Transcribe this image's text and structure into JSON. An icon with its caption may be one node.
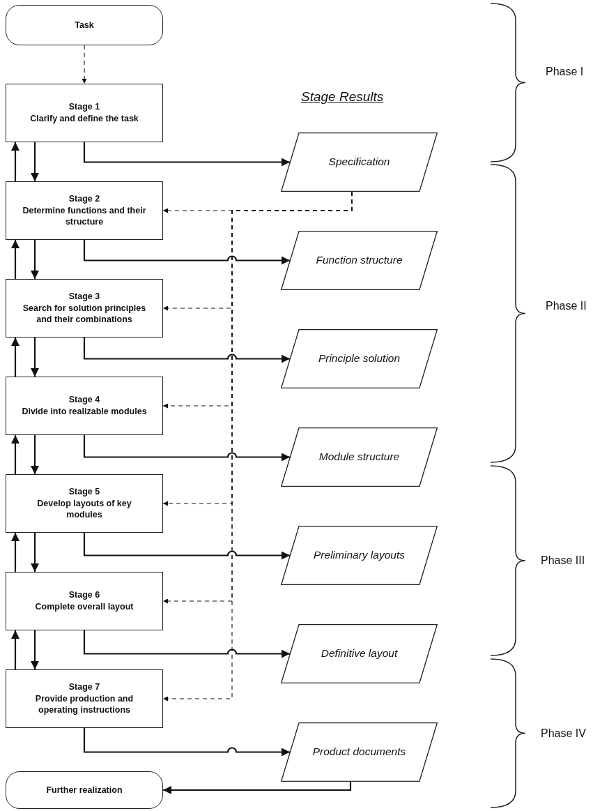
{
  "diagram": {
    "nodes": [
      {
        "text": [
          "Task"
        ]
      },
      {
        "text": [
          "Stage 1",
          "Clarify and define the task"
        ]
      },
      {
        "text": [
          "Stage 2",
          "Determine functions and their structure"
        ]
      },
      {
        "text": [
          "Stage 3",
          "Search for solution principles and their combinations"
        ]
      },
      {
        "text": [
          "Stage 4",
          "Divide into realizable modules"
        ]
      },
      {
        "text": [
          "Stage 5",
          "Develop layouts of key modules"
        ]
      },
      {
        "text": [
          "Stage 6",
          "Complete overall layout"
        ]
      },
      {
        "text": [
          "Stage 7",
          "Provide production and operating instructions"
        ]
      },
      {
        "text": [
          "Specification"
        ]
      },
      {
        "text": [
          "Function structure"
        ]
      },
      {
        "text": [
          "Principle solution"
        ]
      },
      {
        "text": [
          "Module structure"
        ]
      },
      {
        "text": [
          "Preliminary layouts"
        ]
      },
      {
        "text": [
          "Definitive layout"
        ]
      },
      {
        "text": [
          "Product documents"
        ]
      },
      {
        "text": [
          "Further realization"
        ]
      }
    ],
    "edges": [
      {
        "from": 0,
        "to": 1,
        "arrow": "to",
        "style": "dashed"
      },
      {
        "from": 1,
        "to": 2,
        "arrow": "to"
      },
      {
        "from": 2,
        "to": 1,
        "arrow": "to"
      },
      {
        "from": 1,
        "to": 8,
        "arrow": "to"
      },
      {
        "from": 2,
        "to": 3,
        "arrow": "to"
      },
      {
        "from": 3,
        "to": 2,
        "arrow": "to"
      },
      {
        "from": 2,
        "to": 9,
        "arrow": "to"
      },
      {
        "from": 3,
        "to": 4,
        "arrow": "to"
      },
      {
        "from": 4,
        "to": 3,
        "arrow": "to"
      },
      {
        "from": 3,
        "to": 10,
        "arrow": "to"
      },
      {
        "from": 4,
        "to": 5,
        "arrow": "to"
      },
      {
        "from": 5,
        "to": 4,
        "arrow": "to"
      },
      {
        "from": 4,
        "to": 11,
        "arrow": "to"
      },
      {
        "from": 5,
        "to": 6,
        "arrow": "to"
      },
      {
        "from": 6,
        "to": 5,
        "arrow": "to"
      },
      {
        "from": 5,
        "to": 12,
        "arrow": "to"
      },
      {
        "from": 6,
        "to": 7,
        "arrow": "to"
      },
      {
        "from": 7,
        "to": 6,
        "arrow": "to"
      },
      {
        "from": 6,
        "to": 13,
        "arrow": "to"
      },
      {
        "from": 7,
        "to": 14,
        "arrow": "to"
      },
      {
        "from": 14,
        "to": 15,
        "arrow": "to"
      },
      {
        "from": 8,
        "to": 2,
        "arrow": "to",
        "style": "dashed"
      },
      {
        "from": 8,
        "to": 3,
        "arrow": "to",
        "style": "dashed"
      },
      {
        "from": 8,
        "to": 4,
        "arrow": "to",
        "style": "dashed"
      },
      {
        "from": 8,
        "to": 5,
        "arrow": "to",
        "style": "dashed"
      },
      {
        "from": 8,
        "to": 6,
        "arrow": "to",
        "style": "dashed"
      },
      {
        "from": 8,
        "to": 7,
        "arrow": "to",
        "style": "dashed"
      }
    ],
    "labels": [
      "Stage Results",
      "Phase I",
      "Phase II",
      "Phase III",
      "Phase IV"
    ]
  }
}
